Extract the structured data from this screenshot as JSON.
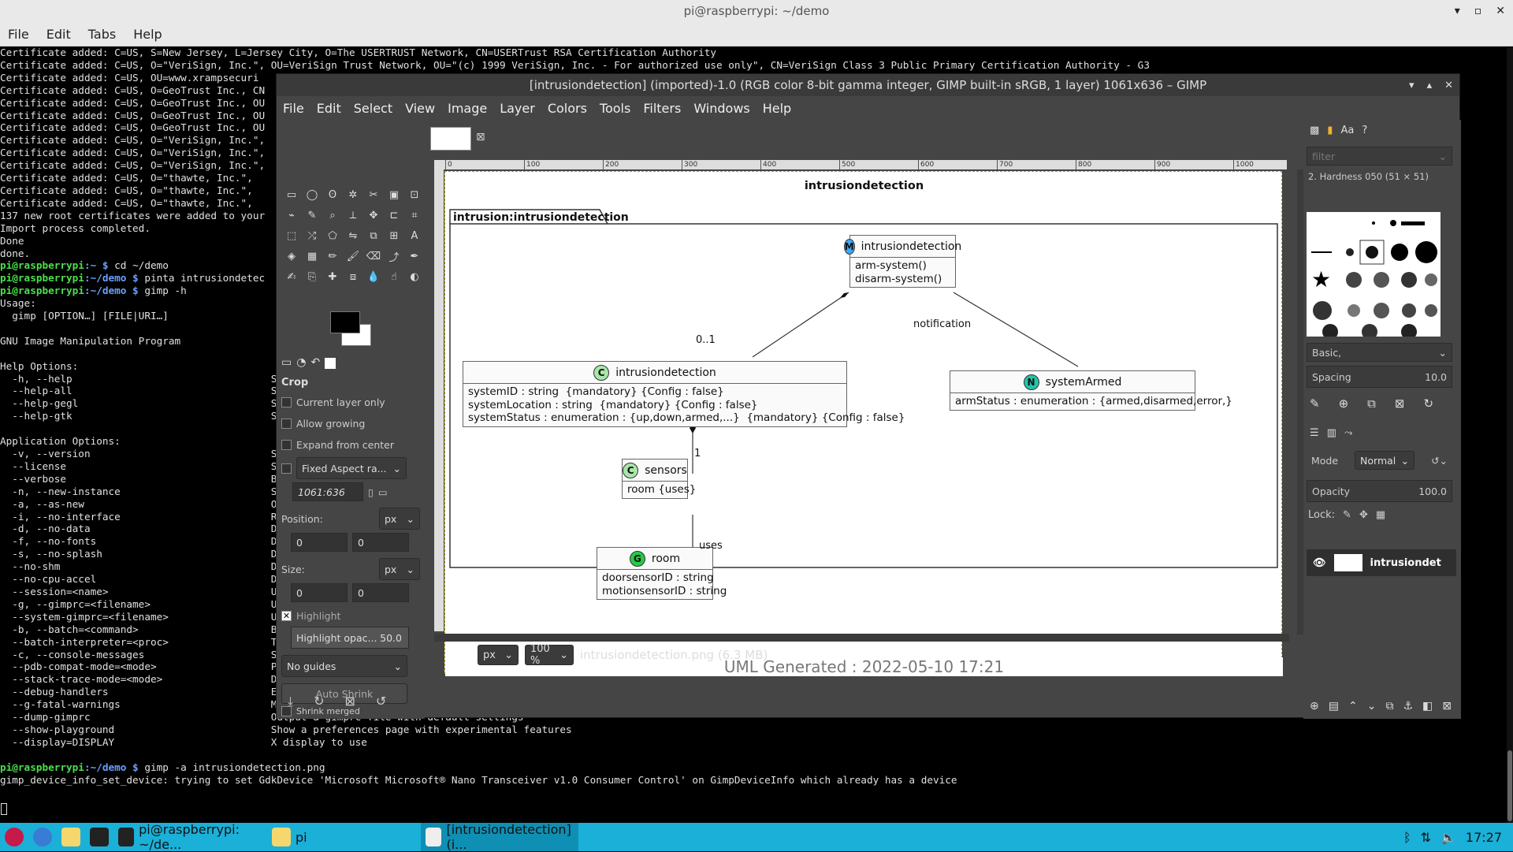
{
  "terminal": {
    "title": "pi@raspberrypi: ~/demo",
    "menu": [
      "File",
      "Edit",
      "Tabs",
      "Help"
    ],
    "lines": [
      {
        "t": "Certificate added: C=US, S=New Jersey, L=Jersey City, O=The USERTRUST Network, CN=USERTrust RSA Certification Authority"
      },
      {
        "t": "Certificate added: C=US, O=\"VeriSign, Inc.\", OU=VeriSign Trust Network, OU=\"(c) 1999 VeriSign, Inc. - For authorized use only\", CN=VeriSign Class 3 Public Primary Certification Authority - G3"
      },
      {
        "t": "Certificate added: C=US, OU=www.xrampsecuri"
      },
      {
        "t": "Certificate added: C=US, O=GeoTrust Inc., CN"
      },
      {
        "t": "Certificate added: C=US, O=GeoTrust Inc., OU"
      },
      {
        "t": "Certificate added: C=US, O=GeoTrust Inc., OU"
      },
      {
        "t": "Certificate added: C=US, O=GeoTrust Inc., OU"
      },
      {
        "t": "Certificate added: C=US, O=\"VeriSign, Inc.\","
      },
      {
        "t": "Certificate added: C=US, O=\"VeriSign, Inc.\","
      },
      {
        "t": "Certificate added: C=US, O=\"VeriSign, Inc.\","
      },
      {
        "t": "Certificate added: C=US, O=\"thawte, Inc.\", "
      },
      {
        "t": "Certificate added: C=US, O=\"thawte, Inc.\", "
      },
      {
        "t": "Certificate added: C=US, O=\"thawte, Inc.\", "
      },
      {
        "t": "137 new root certificates were added to your"
      },
      {
        "t": "Import process completed."
      },
      {
        "t": "Done"
      },
      {
        "t": "done."
      },
      {
        "p": "pi@raspberrypi",
        "d": ":~ $",
        "c": " cd ~/demo"
      },
      {
        "p": "pi@raspberrypi",
        "d": ":~/demo $",
        "c": " pinta intrusiondetec"
      },
      {
        "p": "pi@raspberrypi",
        "d": ":~/demo $",
        "c": " gimp -h"
      },
      {
        "t": "Usage:"
      },
      {
        "t": "  gimp [OPTION…] [FILE|URI…]"
      },
      {
        "t": ""
      },
      {
        "t": "GNU Image Manipulation Program"
      },
      {
        "t": ""
      },
      {
        "t": "Help Options:"
      },
      {
        "t": "  -h, --help                                 Show h"
      },
      {
        "t": "  --help-all                                 Show a"
      },
      {
        "t": "  --help-gegl                                Show G"
      },
      {
        "t": "  --help-gtk                                 Show G"
      },
      {
        "t": ""
      },
      {
        "t": "Application Options:"
      },
      {
        "t": "  -v, --version                              Show v"
      },
      {
        "t": "  --license                                  Show l"
      },
      {
        "t": "  --verbose                                  Be mor"
      },
      {
        "t": "  -n, --new-instance                         Start "
      },
      {
        "t": "  -a, --as-new                               Open i"
      },
      {
        "t": "  -i, --no-interface                         Run wi"
      },
      {
        "t": "  -d, --no-data                              Do not"
      },
      {
        "t": "  -f, --no-fonts                             Do not"
      },
      {
        "t": "  -s, --no-splash                            Do not"
      },
      {
        "t": "  --no-shm                                   Do not"
      },
      {
        "t": "  --no-cpu-accel                             Do not"
      },
      {
        "t": "  --session=<name>                           Use an"
      },
      {
        "t": "  -g, --gimprc=<filename>                    Use an"
      },
      {
        "t": "  --system-gimprc=<filename>                 Use an"
      },
      {
        "t": "  -b, --batch=<command>                      Batch "
      },
      {
        "t": "  --batch-interpreter=<proc>                 The pr"
      },
      {
        "t": "  -c, --console-messages                     Send m"
      },
      {
        "t": "  --pdb-compat-mode=<mode>                   PDB co"
      },
      {
        "t": "  --stack-trace-mode=<mode>                  Debug "
      },
      {
        "t": "  --debug-handlers                           Enable"
      },
      {
        "t": "  --g-fatal-warnings                         Make all warnings fatal"
      },
      {
        "t": "  --dump-gimprc                              Output a gimprc file with default settings"
      },
      {
        "t": "  --show-playground                          Show a preferences page with experimental features"
      },
      {
        "t": "  --display=DISPLAY                          X display to use"
      },
      {
        "t": ""
      },
      {
        "p": "pi@raspberrypi",
        "d": ":~/demo $",
        "c": " gimp -a intrusiondetection.png"
      },
      {
        "t": "gimp_device_info_set_device: trying to set GdkDevice 'Microsoft Microsoft® Nano Transceiver v1.0 Consumer Control' on GimpDeviceInfo which already has a device"
      }
    ]
  },
  "gimp": {
    "title": "[intrusiondetection] (imported)-1.0 (RGB color 8-bit gamma integer, GIMP built-in sRGB, 1 layer) 1061x636 – GIMP",
    "menu": [
      "File",
      "Edit",
      "Select",
      "View",
      "Image",
      "Layer",
      "Colors",
      "Tools",
      "Filters",
      "Windows",
      "Help"
    ],
    "tool_options": {
      "header": "Crop",
      "current_layer_only": "Current layer only",
      "allow_growing": "Allow growing",
      "expand_from_center": "Expand from center",
      "fixed_label": "Fixed Aspect ra...",
      "aspect_value": "1061:636",
      "position_label": "Position:",
      "size_label": "Size:",
      "unit": "px",
      "zero": "0",
      "highlight": "Highlight",
      "highlight_opacity_label": "Highlight opac...",
      "highlight_opacity_value": "50.0",
      "guides": "No guides",
      "auto_shrink": "Auto Shrink",
      "shrink_merged": "Shrink merged"
    },
    "ruler_ticks": [
      "0",
      "100",
      "200",
      "300",
      "400",
      "500",
      "600",
      "700",
      "800",
      "900",
      "1000"
    ],
    "status": {
      "unit": "px",
      "zoom": "100 %",
      "file": "intrusiondetection.png (6.3 MB)"
    },
    "brushes": {
      "filter_placeholder": "filter",
      "brush_name": "2. Hardness 050 (51 × 51)",
      "preset": "Basic,",
      "spacing_label": "Spacing",
      "spacing_value": "10.0"
    },
    "layers": {
      "mode_label": "Mode",
      "mode_value": "Normal",
      "opacity_label": "Opacity",
      "opacity_value": "100.0",
      "lock_label": "Lock:",
      "layer_name": "intrusiondet"
    }
  },
  "uml": {
    "title": "intrusiondetection",
    "package": "intrusion:intrusiondetection",
    "footer": "UML Generated : 2022-05-10 17:21",
    "main": {
      "letter": "M",
      "name": "intrusiondetection",
      "lines": [
        "arm-system()",
        "disarm-system()"
      ],
      "color": "#3fa9f5"
    },
    "cls": {
      "letter": "C",
      "name": "intrusiondetection",
      "lines": [
        "systemID : string  {mandatory} {Config : false}",
        "systemLocation : string  {mandatory} {Config : false}",
        "systemStatus : enumeration : {up,down,armed,...}  {mandatory} {Config : false}"
      ],
      "color": "#a8e6a8"
    },
    "notif": {
      "letter": "N",
      "name": "systemArmed",
      "lines": [
        "armStatus : enumeration : {armed,disarmed,error,}"
      ],
      "color": "#22c5a8"
    },
    "sensors": {
      "letter": "C",
      "name": "sensors",
      "lines": [
        "room {uses}"
      ],
      "color": "#a8e6a8"
    },
    "room": {
      "letter": "G",
      "name": "room",
      "lines": [
        "doorsensorID : string",
        "motionsensorID : string"
      ],
      "color": "#22cc44"
    },
    "edge_labels": {
      "mult1": "0..1",
      "notification": "notification",
      "mult2": "1",
      "uses": "uses"
    }
  },
  "taskbar": {
    "items": [
      "pi@raspberrypi: ~/de...",
      "pi",
      "[intrusiondetection] (i..."
    ],
    "clock": "17:27"
  }
}
